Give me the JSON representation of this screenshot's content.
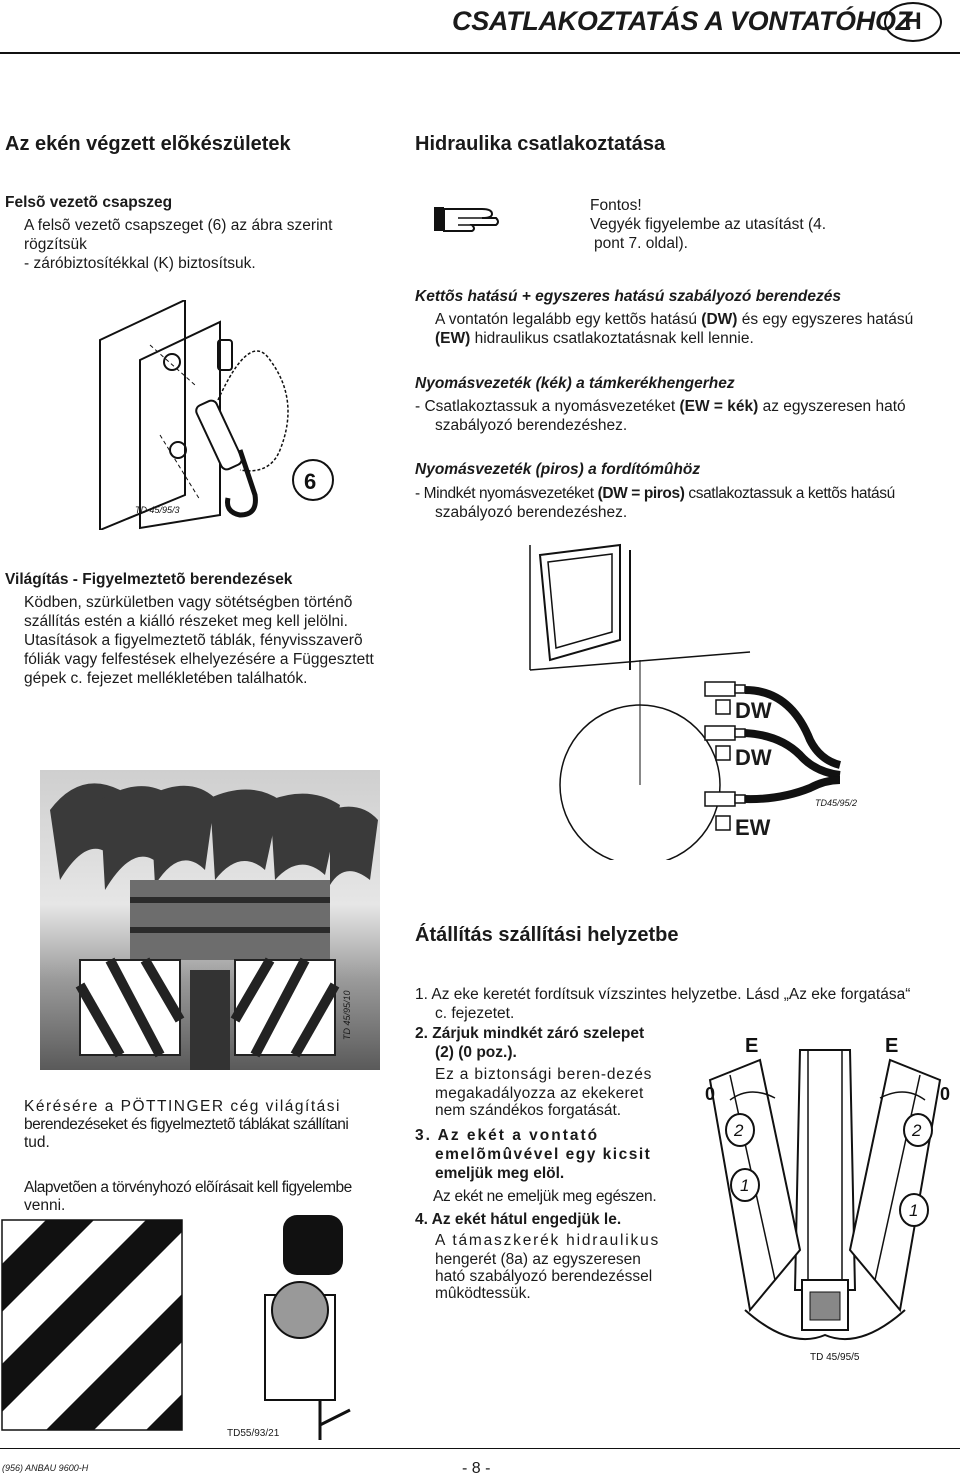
{
  "header": {
    "title": "CSATLAKOZTATÁS A VONTATÓHOZ",
    "badge": "H"
  },
  "left": {
    "heading": "Az ekén végzett elõkészületek",
    "sub1": "Felsõ vezetõ csapszeg",
    "p1_line1": "A felsõ vezetõ csapszeget (6) az ábra szerint",
    "p1_line2": "rögzítsük",
    "p1_line3": "- záróbiztosítékkal (K) biztosítsuk.",
    "fig1_label": "TD 45/95/3",
    "fig1_number": "6",
    "lighting_heading": "Világítás - Figyelmeztetõ berendezések",
    "lighting_l1": "Ködben, szürkületben vagy sötétségben történõ",
    "lighting_l2": "szállítás estén a kiálló részeket meg kell jelölni.",
    "lighting_l3": "Utasítások a figyelmeztetõ táblák, fényvisszaverõ",
    "lighting_l4": "fóliák vagy felfestések elhelyezésére a Függesztett",
    "lighting_l5": "gépek c. fejezet mellékletében találhatók.",
    "photo_label": "TD 45/95/10",
    "request_l1": "Kérésére a PÖTTINGER cég világítási",
    "request_l2": "berendezéseket és figyelmeztetõ táblákat szállítani",
    "request_l3": "tud.",
    "law_l1": "Alapvetõen a törvényhozó elõírásait kell figyelembe",
    "law_l2": "venni.",
    "fig_sign_label": "TD55/93/21"
  },
  "right": {
    "heading": "Hidraulika csatlakoztatása",
    "fontos": "Fontos!",
    "fontos_l2": "Vegyék figyelembe az utasítást (4.",
    "fontos_l3": "pont 7. oldal).",
    "kettos_heading": "Kettõs hatású + egyszeres hatású szabályozó berendezés",
    "kettos_l1a": "A vontatón legalább egy kettõs hatású ",
    "kettos_dw": "(DW)",
    "kettos_l1b": " és egy egyszeres hatású",
    "kettos_ew": "(EW)",
    "kettos_l2": " hidraulikus csatlakoztatásnak kell lennie.",
    "kek_heading": "Nyomásvezeték (kék) a támkerékhengerhez",
    "kek_l1a": "- Csatlakoztassuk a nyomásvezetéket ",
    "kek_l1b": "(EW = kék)",
    "kek_l1c": " az egyszeresen ható",
    "kek_l2": "szabályozó berendezéshez.",
    "piros_heading": "Nyomásvezeték (piros) a fordítómûhöz",
    "piros_l1a": "- Mindkét nyomásvezetéket ",
    "piros_l1b": "(DW = piros)",
    "piros_l1c": " csatlakoztassuk a kettõs hatású",
    "piros_l2": "szabályozó berendezéshez.",
    "hyd_dw1": "DW",
    "hyd_dw2": "DW",
    "hyd_ew": "EW",
    "hyd_label": "TD45/95/2",
    "transport_heading": "Átállítás szállítási helyzetbe",
    "s1_l1": "1. Az eke keretét fordítsuk vízszintes helyzetbe. Lásd „Az eke forgatása“",
    "s1_l2": "c. fejezetet.",
    "s2_l1": "2. Zárjuk mindkét záró szelepet",
    "s2_l2": "(2) (0 poz.).",
    "s2_n1": "Ez a biztonsági beren-dezés",
    "s2_n2": "megakadályozza az ekekeret",
    "s2_n3": "nem szándékos forgatását.",
    "s3_l1": "3. Az ekét a vontató",
    "s3_l2": "emelõmûvével egy kicsit",
    "s3_l3": "emeljük meg elöl.",
    "s3_n1": "Az ekét ne emeljük meg egészen.",
    "s4_l1": "4. Az ekét hátul engedjük le.",
    "s4_n1": "A támaszkerék hidraulikus",
    "s4_n2": "hengerét (8a) az egyszeresen",
    "s4_n3": "ható szabályozó berendezéssel",
    "s4_n4": "mûködtessük.",
    "fig_e1": "E",
    "fig_e2": "E",
    "fig_0a": "0",
    "fig_0b": "0",
    "fig_label": "TD 45/95/5"
  },
  "footer": {
    "left": "(956) ANBAU 9600-H",
    "page": "- 8 -"
  }
}
